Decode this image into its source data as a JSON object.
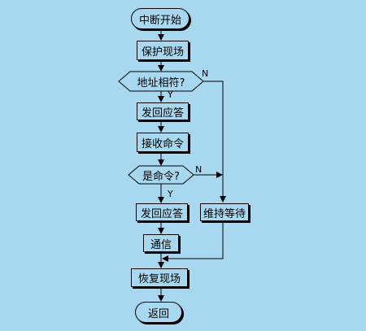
{
  "nodes": {
    "start": "中断开始",
    "protect": "保护现场",
    "addr_match": "地址相符?",
    "reply1": "发回应答",
    "receive": "接收命令",
    "is_cmd": "是命令?",
    "reply2": "发回应答",
    "wait": "维持等待",
    "comm": "通信",
    "restore": "恢复现场",
    "return": "返回"
  },
  "edge_labels": {
    "addr_yes": "Y",
    "addr_no": "N",
    "cmd_yes": "Y",
    "cmd_no": "N"
  }
}
